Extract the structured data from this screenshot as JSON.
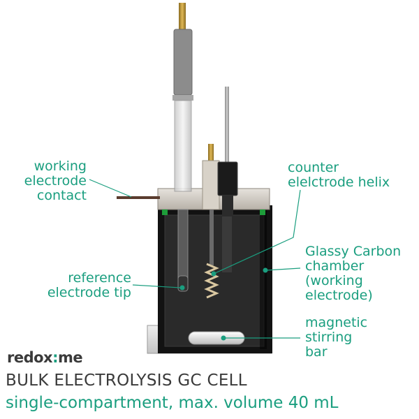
{
  "brand": {
    "logo_a": "redox",
    "logo_b": "me"
  },
  "title": "BULK ELECTROLYSIS GC CELL",
  "subtitle": "single-compartment, max. volume 40 mL",
  "labels": {
    "working_electrode_contact": "working\nelectrode\ncontact",
    "counter_electrode_helix": "counter\nelelctrode helix",
    "reference_electrode_tip": "reference\nelectrode tip",
    "glassy_carbon_chamber": "Glassy Carbon\nchamber\n(working\nelectrode)",
    "magnetic_stirring_bar": "magnetic\nstirring\nbar"
  },
  "colors": {
    "accent": "#1a9e7f",
    "text_dark": "#3a3a3a",
    "chamber": "#141414",
    "lid": "#c9c4bc",
    "base": "#d6d6d6"
  }
}
